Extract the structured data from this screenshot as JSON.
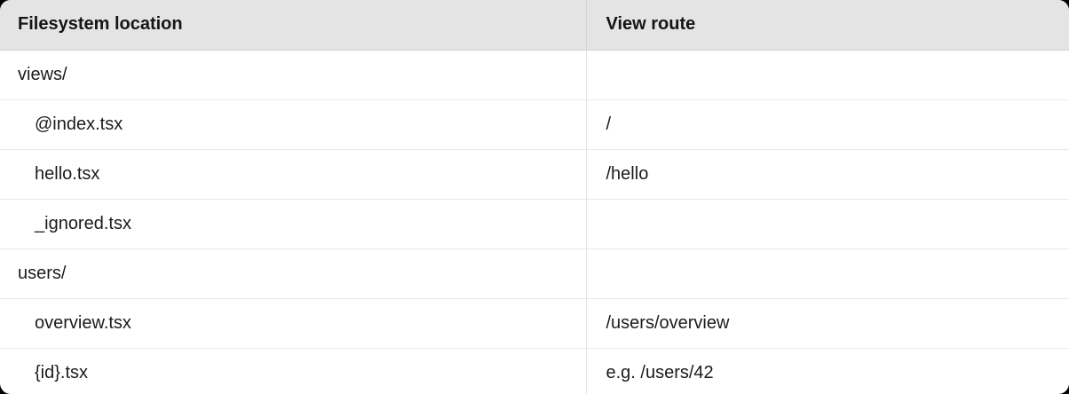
{
  "table": {
    "columns": [
      {
        "key": "location",
        "label": "Filesystem location"
      },
      {
        "key": "route",
        "label": "View route"
      }
    ],
    "rows": [
      {
        "location": "views/",
        "route": "",
        "indent": false
      },
      {
        "location": "@index.tsx",
        "route": "/",
        "indent": true
      },
      {
        "location": "hello.tsx",
        "route": "/hello",
        "indent": true
      },
      {
        "location": "_ignored.tsx",
        "route": "",
        "indent": true
      },
      {
        "location": "users/",
        "route": "",
        "indent": false
      },
      {
        "location": "overview.tsx",
        "route": "/users/overview",
        "indent": true
      },
      {
        "location": "{id}.tsx",
        "route": "e.g. /users/42",
        "indent": true
      }
    ]
  },
  "colors": {
    "header_background": "#e4e4e4",
    "header_text": "#151515",
    "body_text": "#1b1b1b",
    "row_divider": "#e8e8e8",
    "column_divider": "#e2e2e2",
    "card_background": "#ffffff"
  }
}
